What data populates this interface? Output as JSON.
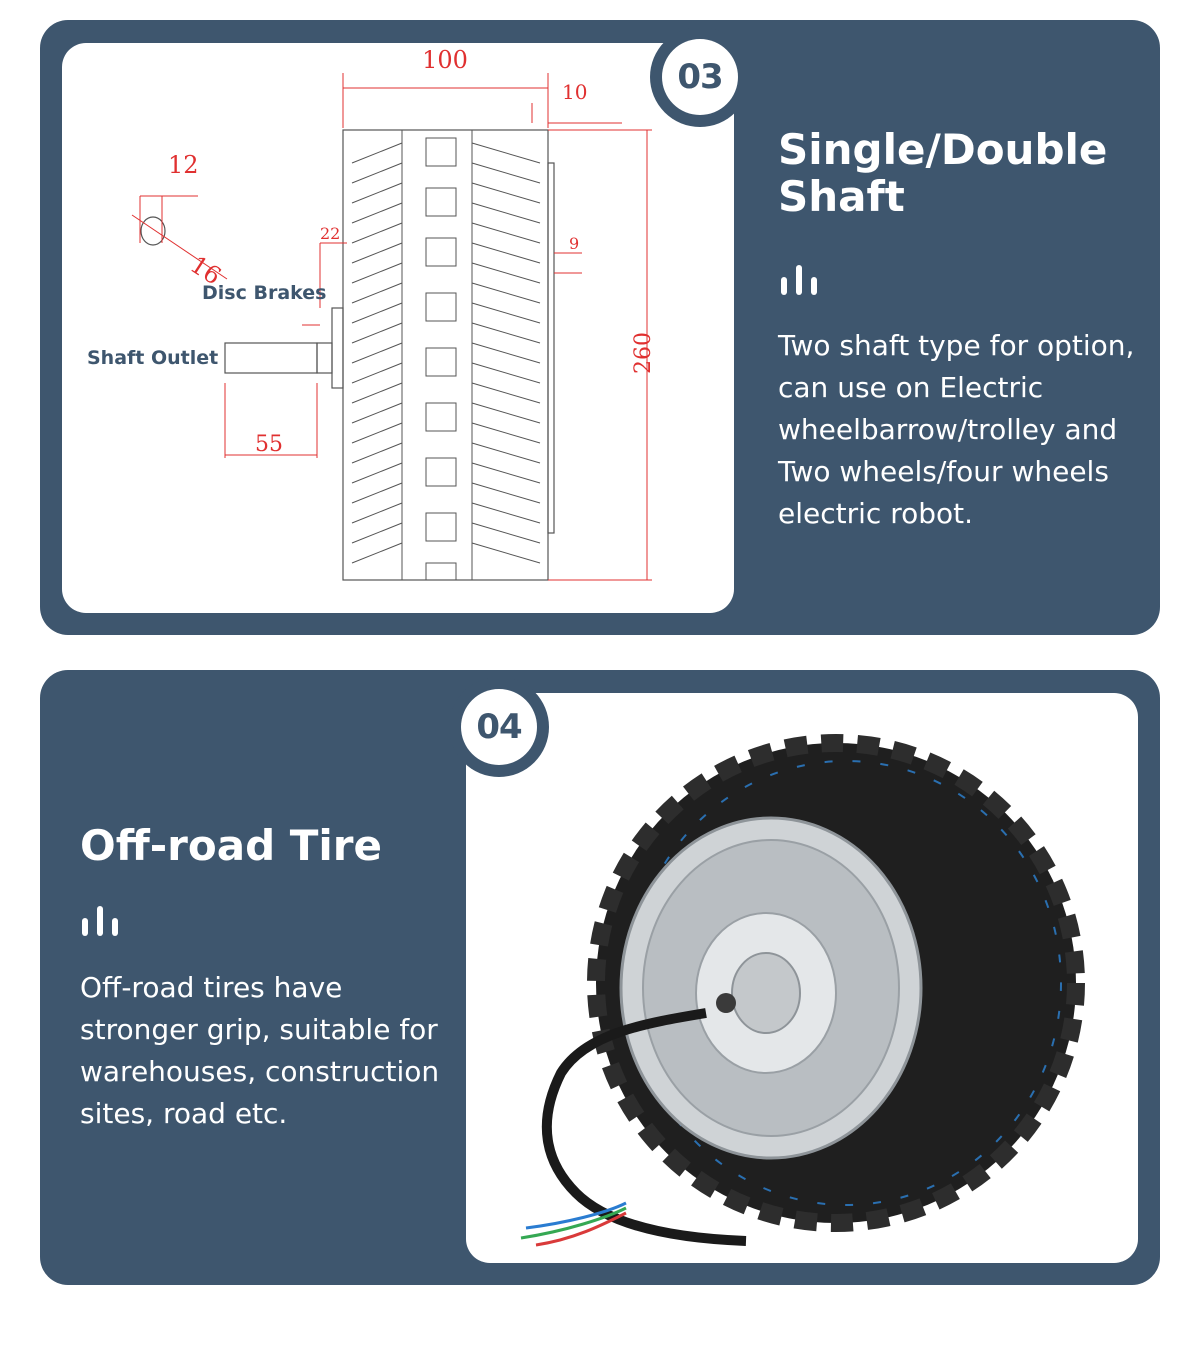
{
  "section3": {
    "badge": "03",
    "title": "Single/Double Shaft",
    "divider_icon": "vertical-bars-icon",
    "body": "Two shaft type for option, can use on Electric wheelbarrow/trolley and Two wheels/four wheels electric robot.",
    "drawing": {
      "labels": {
        "disc_brakes": "Disc Brakes",
        "shaft_outlet": "Shaft Outlet"
      },
      "dimensions": {
        "width": "100",
        "flange": "10",
        "shaft_diameter_top": "12",
        "shaft_diameter": "16",
        "brake_offset": "22",
        "hub_offset": "9",
        "height": "260",
        "shaft_length": "55"
      }
    }
  },
  "section4": {
    "badge": "04",
    "title": "Off-road Tire",
    "divider_icon": "vertical-bars-icon",
    "body": "Off-road tires have stronger grip, suitable for warehouses, construction sites, road etc."
  },
  "colors": {
    "card": "#3e566e",
    "text": "#ffffff",
    "dimension": "#e03030"
  }
}
